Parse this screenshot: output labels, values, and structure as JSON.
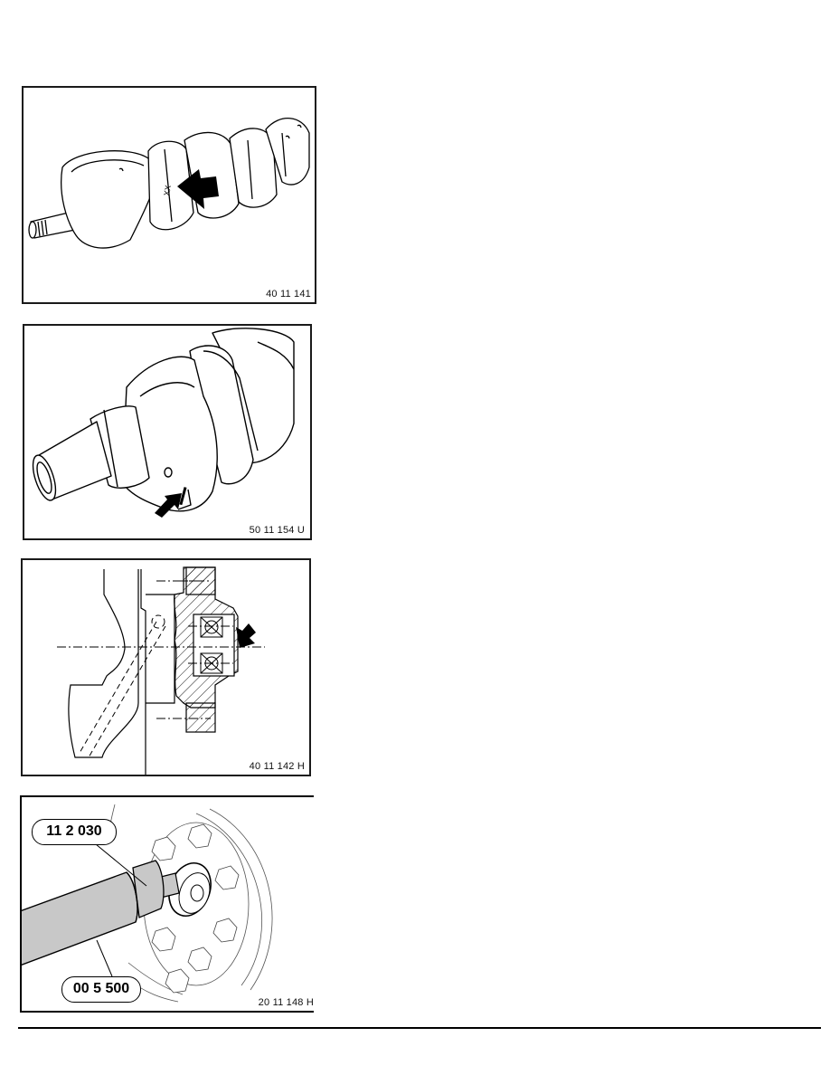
{
  "page": {
    "background": "#ffffff",
    "figures": [
      {
        "id": "fig1",
        "caption": "40 11 141",
        "subject": "crankshaft-overview",
        "arrow": "pointing-left-at-crank-web-marking"
      },
      {
        "id": "fig2",
        "caption": "50 11 154 U",
        "subject": "crankshaft-front-end",
        "arrow": "pointing-at-marking-on-counterweight"
      },
      {
        "id": "fig3",
        "caption": "40 11 142 H",
        "subject": "flywheel-bearing-cross-section",
        "arrow": "pointing-at-pilot-bearing"
      },
      {
        "id": "fig4",
        "caption": "20 11 148 H",
        "subject": "special-tool-installing-bearing",
        "callouts": [
          {
            "label": "11 2 030"
          },
          {
            "label": "00 5 500"
          }
        ]
      }
    ],
    "tool_fill_color": "#c8c8c8",
    "rule_color": "#000000"
  }
}
